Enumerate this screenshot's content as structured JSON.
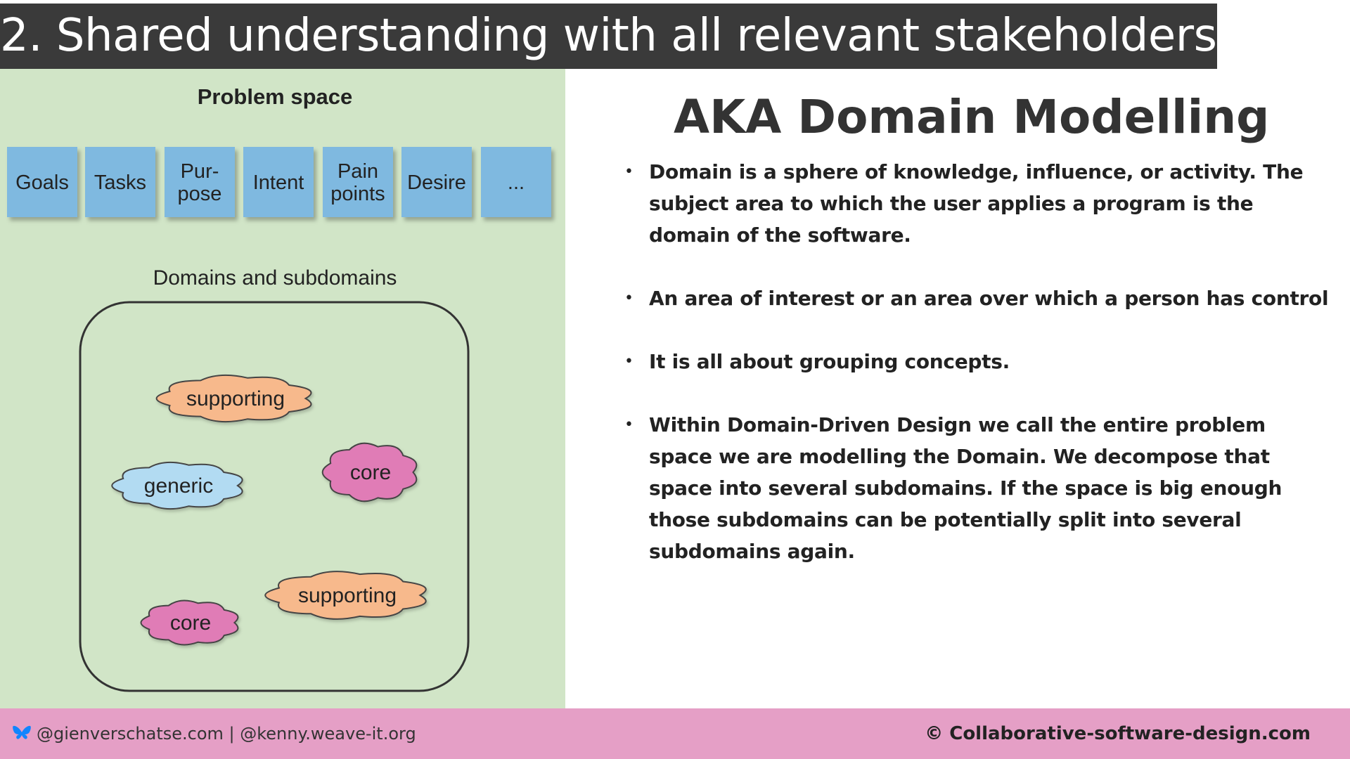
{
  "title": "2. Shared understanding with all relevant stakeholders...",
  "diagram": {
    "problem_space_label": "Problem space",
    "boxes": [
      {
        "lines": [
          "Goals"
        ]
      },
      {
        "lines": [
          "Tasks"
        ]
      },
      {
        "lines": [
          "Pur-",
          "pose"
        ]
      },
      {
        "lines": [
          "Intent"
        ]
      },
      {
        "lines": [
          "Pain",
          "points"
        ]
      },
      {
        "lines": [
          "Desire"
        ]
      },
      {
        "lines": [
          "..."
        ]
      }
    ],
    "box_color": "#7fb9e0",
    "domains_label": "Domains and subdomains",
    "clouds": [
      {
        "label": "supporting",
        "kind": "supporting"
      },
      {
        "label": "generic",
        "kind": "generic"
      },
      {
        "label": "core",
        "kind": "core"
      },
      {
        "label": "supporting",
        "kind": "supporting"
      },
      {
        "label": "core",
        "kind": "core"
      }
    ],
    "colors": {
      "supporting": "#f7b98c",
      "generic": "#b2dbf2",
      "core": "#e07cb6"
    }
  },
  "heading": "AKA Domain Modelling",
  "bullets": [
    "Domain is a sphere of knowledge, influence, or activity. The subject area to which the user applies a program is the domain of the software.",
    "An area of interest or an area over which a person has control",
    "It is all about grouping concepts.",
    "Within Domain-Driven Design we call the entire problem space we are modelling the Domain. We decompose that space into several subdomains. If the space is big enough those subdomains can be potentially split into several subdomains again."
  ],
  "bullet_glyph": "•",
  "footer": {
    "social": "@gienverschatse.com | @kenny.weave-it.org",
    "copyright": "© Collaborative-software-design.com",
    "icon": "butterfly-icon",
    "background": "#e59fc6"
  }
}
